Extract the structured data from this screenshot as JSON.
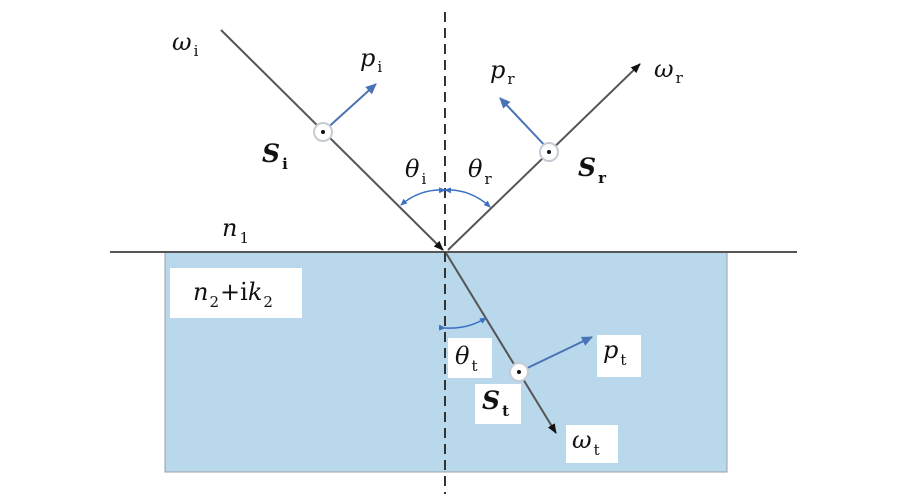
{
  "colors": {
    "medium_fill": "#b9d8ec",
    "medium_border": "#9aa0a6",
    "ray": "#555555",
    "arrowhead": "#111111",
    "polarization_arrow": "#4a73b5",
    "angle_arc": "#3a6fc2",
    "normal_line": "#333333",
    "label_box": "#ffffff"
  },
  "icons": {
    "s_polarization_marker": "circle-with-dot",
    "ray_direction": "arrowhead",
    "angle_marker": "arc-with-arrowheads"
  },
  "labels": {
    "omega_i": {
      "main": "ω",
      "sub": "i"
    },
    "p_i": {
      "main": "p",
      "sub": "i"
    },
    "S_i": {
      "main": "S",
      "sub": "i"
    },
    "theta_i": {
      "main": "θ",
      "sub": "i"
    },
    "p_r": {
      "main": "p",
      "sub": "r"
    },
    "omega_r": {
      "main": "ω",
      "sub": "r"
    },
    "theta_r": {
      "main": "θ",
      "sub": "r"
    },
    "S_r": {
      "main": "S",
      "sub": "r"
    },
    "n1": {
      "main": "n",
      "sub": "1"
    },
    "medium": {
      "main1": "n",
      "sub1": "2",
      "plus": "+i",
      "main2": "k",
      "sub2": "2"
    },
    "theta_t": {
      "main": "θ",
      "sub": "t"
    },
    "p_t": {
      "main": "p",
      "sub": "t"
    },
    "S_t": {
      "main": "S",
      "sub": "t"
    },
    "omega_t": {
      "main": "ω",
      "sub": "t"
    }
  }
}
